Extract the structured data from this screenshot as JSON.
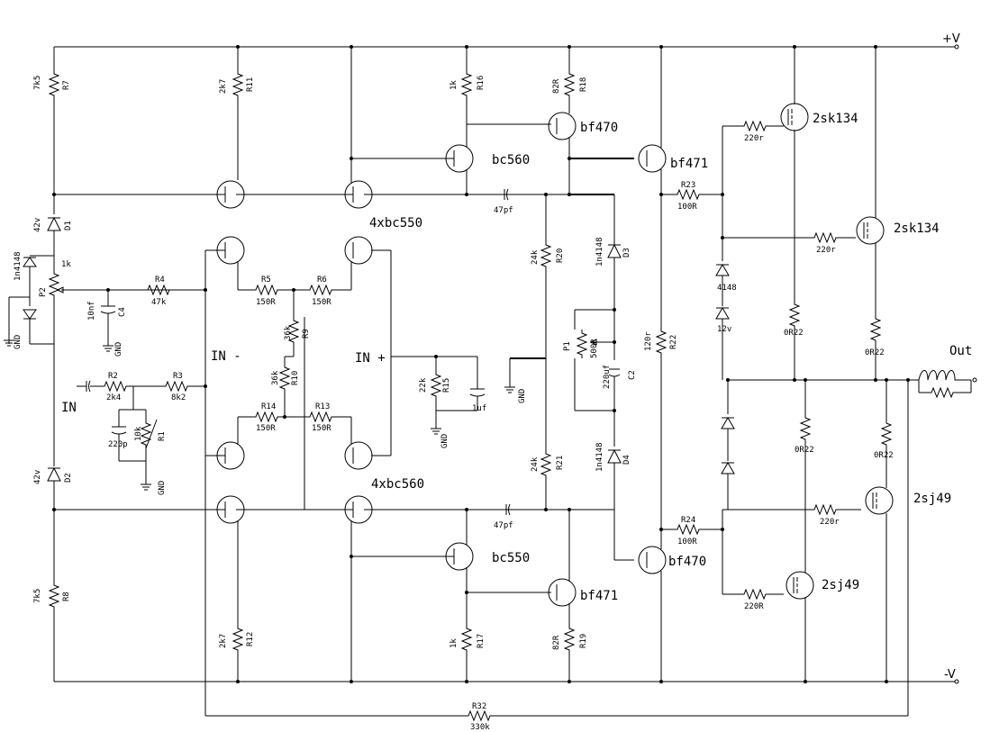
{
  "rails": {
    "positive": "+V",
    "negative": "-V",
    "output": "Out"
  },
  "inputs": {
    "in_main": "IN",
    "in_minus": "IN -",
    "in_plus": "IN +"
  },
  "gnd": "GND",
  "resistors": {
    "r7": {
      "ref": "R7",
      "value": "7k5"
    },
    "r8": {
      "ref": "R8",
      "value": "7k5"
    },
    "r11": {
      "ref": "R11",
      "value": "2k7"
    },
    "r12": {
      "ref": "R12",
      "value": "2k7"
    },
    "r16": {
      "ref": "R16",
      "value": "1k"
    },
    "r17": {
      "ref": "R17",
      "value": "1k"
    },
    "r18": {
      "ref": "R18",
      "value": "82R"
    },
    "r19": {
      "ref": "R19",
      "value": "82R"
    },
    "r4": {
      "ref": "R4",
      "value": "47k"
    },
    "r2": {
      "ref": "R2",
      "value": "2k4"
    },
    "r3": {
      "ref": "R3",
      "value": "8k2"
    },
    "r1": {
      "ref": "R1",
      "value": "10k"
    },
    "r5": {
      "ref": "R5",
      "value": "150R"
    },
    "r6": {
      "ref": "R6",
      "value": "150R"
    },
    "r13": {
      "ref": "R13",
      "value": "150R"
    },
    "r14": {
      "ref": "R14",
      "value": "150R"
    },
    "r9": {
      "ref": "R9",
      "value": "36k"
    },
    "r10": {
      "ref": "R10",
      "value": "36k"
    },
    "r15": {
      "ref": "R15",
      "value": "22k"
    },
    "r20": {
      "ref": "R20",
      "value": "24k"
    },
    "r21": {
      "ref": "R21",
      "value": "24k"
    },
    "r22": {
      "ref": "R22",
      "value": "120r"
    },
    "r23": {
      "ref": "R23",
      "value": "100R"
    },
    "r24": {
      "ref": "R24",
      "value": "100R"
    },
    "r32": {
      "ref": "R32",
      "value": "330k"
    },
    "g220a": "220r",
    "g220b": "220r",
    "g220c": "220r",
    "g220d": "220R",
    "s1": "0R22",
    "s2": "0R22",
    "s3": "0R22",
    "s4": "0R22"
  },
  "capacitors": {
    "c4": {
      "ref": "C4",
      "value": "10nf"
    },
    "c2": {
      "ref": "C2",
      "value": "220uf"
    },
    "c_in": "220p",
    "c_1uf": "1uf",
    "c_47a": "47pf",
    "c_47b": "47pf"
  },
  "diodes": {
    "d1": {
      "ref": "D1",
      "value": "42v"
    },
    "d2": {
      "ref": "D2",
      "value": "42v"
    },
    "d3": {
      "ref": "D3",
      "value": "1n4148"
    },
    "d4": {
      "ref": "D4",
      "value": "1n4148"
    },
    "dl": "1n4148",
    "d4148": "4148",
    "z12": "12v"
  },
  "pots": {
    "p2": {
      "ref": "P2",
      "value": "1k"
    },
    "p1": {
      "ref": "P1",
      "value": "500R"
    }
  },
  "transistors": {
    "q_bc560": "bc560",
    "q_bc550": "bc550",
    "q_bf470_top": "bf470",
    "q_bf471_top": "bf471",
    "q_bf470_bot": "bf470",
    "q_bf471_bot": "bf471",
    "q_4xbc550": "4xbc550",
    "q_4xbc560": "4xbc560",
    "m_2sk134_a": "2sk134",
    "m_2sk134_b": "2sk134",
    "m_2sj49_a": "2sj49",
    "m_2sj49_b": "2sj49"
  }
}
